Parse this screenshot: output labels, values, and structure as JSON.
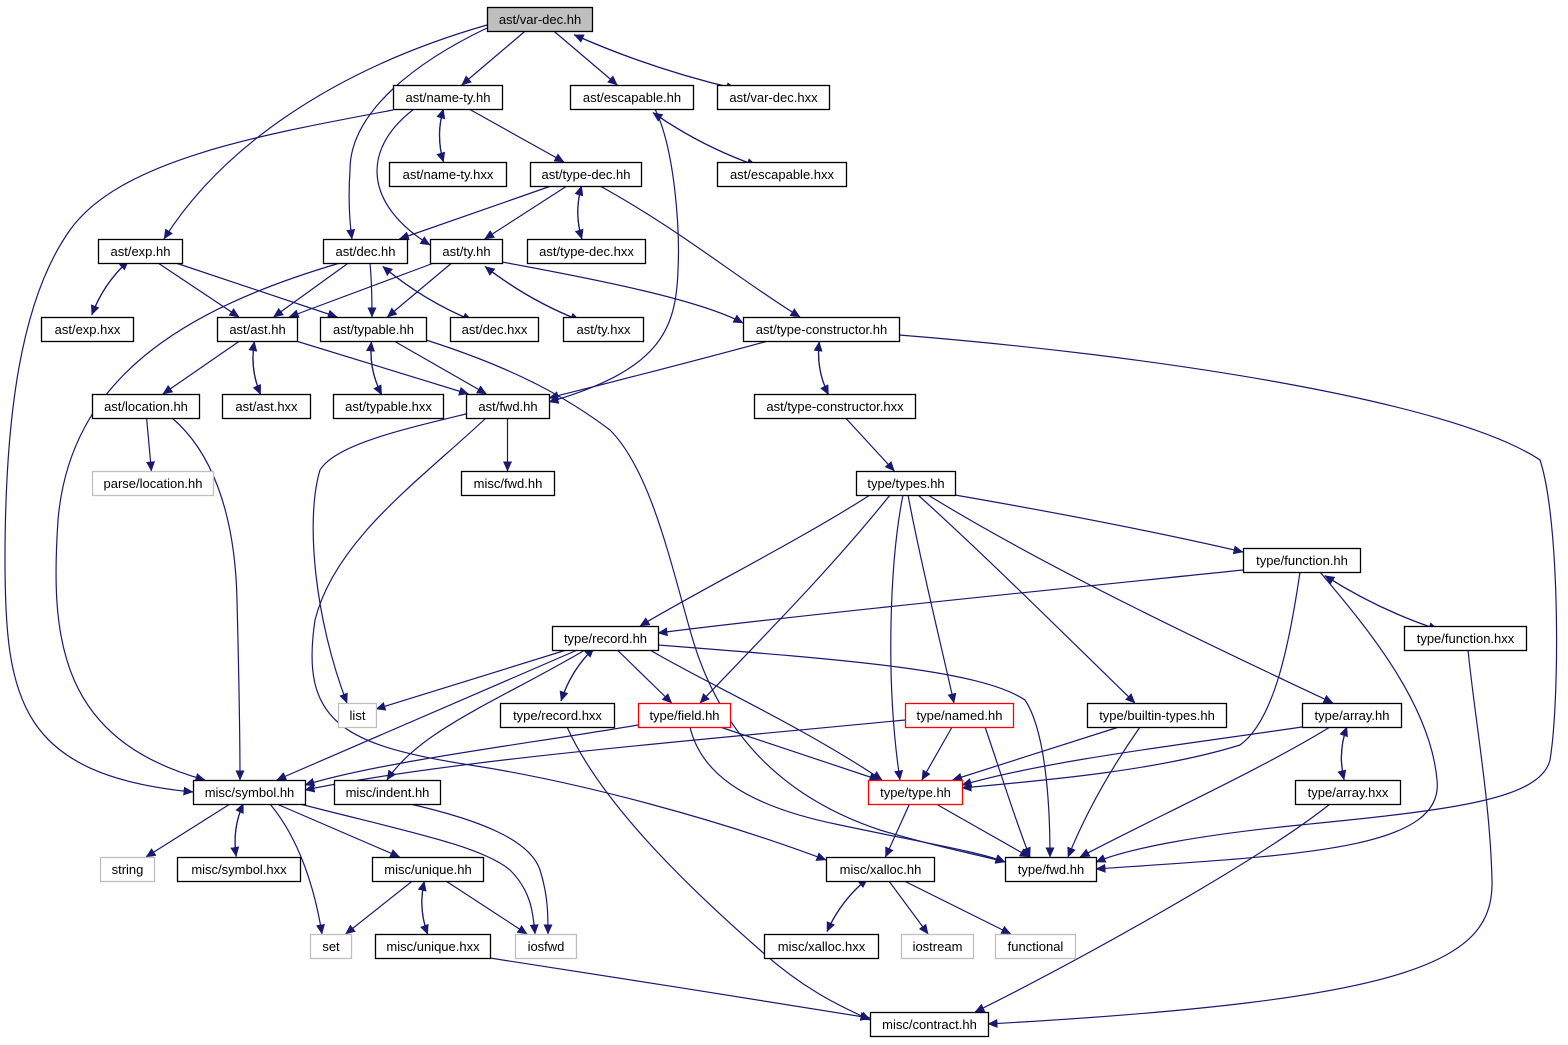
{
  "colors": {
    "edge": "#191970",
    "node_border": "#000000",
    "missing_border": "#bfbfbf",
    "truncated_border": "#ff0000",
    "root_fill": "#bfbfbf",
    "fill": "#ffffff"
  },
  "nodes": [
    {
      "id": "var_dec_hh",
      "label": "ast/var-dec.hh",
      "style": "root"
    },
    {
      "id": "name_ty_hh",
      "label": "ast/name-ty.hh",
      "style": "normal"
    },
    {
      "id": "escapable_hh",
      "label": "ast/escapable.hh",
      "style": "normal"
    },
    {
      "id": "var_dec_hxx",
      "label": "ast/var-dec.hxx",
      "style": "normal"
    },
    {
      "id": "name_ty_hxx",
      "label": "ast/name-ty.hxx",
      "style": "normal"
    },
    {
      "id": "type_dec_hh",
      "label": "ast/type-dec.hh",
      "style": "normal"
    },
    {
      "id": "escapable_hxx",
      "label": "ast/escapable.hxx",
      "style": "normal"
    },
    {
      "id": "exp_hh",
      "label": "ast/exp.hh",
      "style": "normal"
    },
    {
      "id": "dec_hh",
      "label": "ast/dec.hh",
      "style": "normal"
    },
    {
      "id": "ty_hh",
      "label": "ast/ty.hh",
      "style": "normal"
    },
    {
      "id": "type_dec_hxx",
      "label": "ast/type-dec.hxx",
      "style": "normal"
    },
    {
      "id": "exp_hxx",
      "label": "ast/exp.hxx",
      "style": "normal"
    },
    {
      "id": "ast_hh",
      "label": "ast/ast.hh",
      "style": "normal"
    },
    {
      "id": "typable_hh",
      "label": "ast/typable.hh",
      "style": "normal"
    },
    {
      "id": "dec_hxx",
      "label": "ast/dec.hxx",
      "style": "normal"
    },
    {
      "id": "ty_hxx",
      "label": "ast/ty.hxx",
      "style": "normal"
    },
    {
      "id": "type_constructor_hh",
      "label": "ast/type-constructor.hh",
      "style": "normal"
    },
    {
      "id": "location_hh",
      "label": "ast/location.hh",
      "style": "normal"
    },
    {
      "id": "ast_hxx",
      "label": "ast/ast.hxx",
      "style": "normal"
    },
    {
      "id": "typable_hxx",
      "label": "ast/typable.hxx",
      "style": "normal"
    },
    {
      "id": "ast_fwd_hh",
      "label": "ast/fwd.hh",
      "style": "normal"
    },
    {
      "id": "type_constructor_hxx",
      "label": "ast/type-constructor.hxx",
      "style": "normal"
    },
    {
      "id": "parse_location_hh",
      "label": "parse/location.hh",
      "style": "missing"
    },
    {
      "id": "misc_fwd_hh",
      "label": "misc/fwd.hh",
      "style": "normal"
    },
    {
      "id": "types_hh",
      "label": "type/types.hh",
      "style": "normal"
    },
    {
      "id": "function_hh",
      "label": "type/function.hh",
      "style": "normal"
    },
    {
      "id": "record_hh",
      "label": "type/record.hh",
      "style": "normal"
    },
    {
      "id": "function_hxx",
      "label": "type/function.hxx",
      "style": "normal"
    },
    {
      "id": "list",
      "label": "list",
      "style": "missing"
    },
    {
      "id": "record_hxx",
      "label": "type/record.hxx",
      "style": "normal"
    },
    {
      "id": "field_hh",
      "label": "type/field.hh",
      "style": "truncated"
    },
    {
      "id": "named_hh",
      "label": "type/named.hh",
      "style": "truncated"
    },
    {
      "id": "builtin_types_hh",
      "label": "type/builtin-types.hh",
      "style": "normal"
    },
    {
      "id": "array_hh",
      "label": "type/array.hh",
      "style": "normal"
    },
    {
      "id": "symbol_hh",
      "label": "misc/symbol.hh",
      "style": "normal"
    },
    {
      "id": "indent_hh",
      "label": "misc/indent.hh",
      "style": "normal"
    },
    {
      "id": "type_hh",
      "label": "type/type.hh",
      "style": "truncated"
    },
    {
      "id": "array_hxx",
      "label": "type/array.hxx",
      "style": "normal"
    },
    {
      "id": "string",
      "label": "string",
      "style": "missing"
    },
    {
      "id": "symbol_hxx",
      "label": "misc/symbol.hxx",
      "style": "normal"
    },
    {
      "id": "unique_hh",
      "label": "misc/unique.hh",
      "style": "normal"
    },
    {
      "id": "xalloc_hh",
      "label": "misc/xalloc.hh",
      "style": "normal"
    },
    {
      "id": "type_fwd_hh",
      "label": "type/fwd.hh",
      "style": "normal"
    },
    {
      "id": "set",
      "label": "set",
      "style": "missing"
    },
    {
      "id": "unique_hxx",
      "label": "misc/unique.hxx",
      "style": "normal"
    },
    {
      "id": "iosfwd",
      "label": "iosfwd",
      "style": "missing"
    },
    {
      "id": "xalloc_hxx",
      "label": "misc/xalloc.hxx",
      "style": "normal"
    },
    {
      "id": "iostream",
      "label": "iostream",
      "style": "missing"
    },
    {
      "id": "functional",
      "label": "functional",
      "style": "missing"
    },
    {
      "id": "contract_hh",
      "label": "misc/contract.hh",
      "style": "normal"
    }
  ],
  "edges": [
    [
      "var_dec_hh",
      "name_ty_hh"
    ],
    [
      "var_dec_hh",
      "escapable_hh"
    ],
    [
      "var_dec_hh",
      "var_dec_hxx"
    ],
    [
      "var_dec_hxx",
      "var_dec_hh"
    ],
    [
      "var_dec_hh",
      "exp_hh"
    ],
    [
      "var_dec_hh",
      "dec_hh"
    ],
    [
      "name_ty_hh",
      "name_ty_hxx"
    ],
    [
      "name_ty_hxx",
      "name_ty_hh"
    ],
    [
      "name_ty_hh",
      "type_dec_hh"
    ],
    [
      "name_ty_hh",
      "ty_hh"
    ],
    [
      "name_ty_hh",
      "symbol_hh"
    ],
    [
      "escapable_hh",
      "escapable_hxx"
    ],
    [
      "escapable_hxx",
      "escapable_hh"
    ],
    [
      "escapable_hh",
      "ast_fwd_hh"
    ],
    [
      "type_dec_hh",
      "type_dec_hxx"
    ],
    [
      "type_dec_hxx",
      "type_dec_hh"
    ],
    [
      "type_dec_hh",
      "dec_hh"
    ],
    [
      "type_dec_hh",
      "ty_hh"
    ],
    [
      "type_dec_hh",
      "type_constructor_hh"
    ],
    [
      "exp_hh",
      "exp_hxx"
    ],
    [
      "exp_hxx",
      "exp_hh"
    ],
    [
      "exp_hh",
      "ast_hh"
    ],
    [
      "exp_hh",
      "typable_hh"
    ],
    [
      "dec_hh",
      "ast_hh"
    ],
    [
      "dec_hh",
      "typable_hh"
    ],
    [
      "dec_hh",
      "dec_hxx"
    ],
    [
      "dec_hxx",
      "dec_hh"
    ],
    [
      "dec_hh",
      "symbol_hh"
    ],
    [
      "ty_hh",
      "ast_hh"
    ],
    [
      "ty_hh",
      "typable_hh"
    ],
    [
      "ty_hh",
      "ty_hxx"
    ],
    [
      "ty_hxx",
      "ty_hh"
    ],
    [
      "ty_hh",
      "type_constructor_hh"
    ],
    [
      "ast_hh",
      "location_hh"
    ],
    [
      "ast_hh",
      "ast_hxx"
    ],
    [
      "ast_hxx",
      "ast_hh"
    ],
    [
      "ast_hh",
      "ast_fwd_hh"
    ],
    [
      "typable_hh",
      "typable_hxx"
    ],
    [
      "typable_hxx",
      "typable_hh"
    ],
    [
      "typable_hh",
      "ast_fwd_hh"
    ],
    [
      "typable_hh",
      "type_fwd_hh"
    ],
    [
      "type_constructor_hh",
      "ast_fwd_hh"
    ],
    [
      "type_constructor_hh",
      "type_constructor_hxx"
    ],
    [
      "type_constructor_hxx",
      "type_constructor_hh"
    ],
    [
      "type_constructor_hh",
      "type_fwd_hh"
    ],
    [
      "type_constructor_hxx",
      "types_hh"
    ],
    [
      "location_hh",
      "parse_location_hh"
    ],
    [
      "location_hh",
      "symbol_hh"
    ],
    [
      "ast_fwd_hh",
      "misc_fwd_hh"
    ],
    [
      "ast_fwd_hh",
      "list"
    ],
    [
      "ast_fwd_hh",
      "xalloc_hh"
    ],
    [
      "types_hh",
      "function_hh"
    ],
    [
      "types_hh",
      "record_hh"
    ],
    [
      "types_hh",
      "field_hh"
    ],
    [
      "types_hh",
      "named_hh"
    ],
    [
      "types_hh",
      "builtin_types_hh"
    ],
    [
      "types_hh",
      "array_hh"
    ],
    [
      "types_hh",
      "type_hh"
    ],
    [
      "function_hh",
      "record_hh"
    ],
    [
      "function_hh",
      "function_hxx"
    ],
    [
      "function_hxx",
      "function_hh"
    ],
    [
      "function_hh",
      "type_hh"
    ],
    [
      "function_hh",
      "type_fwd_hh"
    ],
    [
      "function_hxx",
      "contract_hh"
    ],
    [
      "record_hh",
      "list"
    ],
    [
      "record_hh",
      "record_hxx"
    ],
    [
      "record_hxx",
      "record_hh"
    ],
    [
      "record_hh",
      "field_hh"
    ],
    [
      "record_hh",
      "symbol_hh"
    ],
    [
      "record_hh",
      "indent_hh"
    ],
    [
      "record_hh",
      "type_hh"
    ],
    [
      "record_hh",
      "type_fwd_hh"
    ],
    [
      "record_hxx",
      "contract_hh"
    ],
    [
      "field_hh",
      "symbol_hh"
    ],
    [
      "field_hh",
      "type_hh"
    ],
    [
      "field_hh",
      "type_fwd_hh"
    ],
    [
      "named_hh",
      "symbol_hh"
    ],
    [
      "named_hh",
      "type_hh"
    ],
    [
      "named_hh",
      "type_fwd_hh"
    ],
    [
      "builtin_types_hh",
      "type_hh"
    ],
    [
      "builtin_types_hh",
      "type_fwd_hh"
    ],
    [
      "array_hh",
      "array_hxx"
    ],
    [
      "array_hxx",
      "array_hh"
    ],
    [
      "array_hh",
      "type_hh"
    ],
    [
      "array_hh",
      "type_fwd_hh"
    ],
    [
      "array_hxx",
      "contract_hh"
    ],
    [
      "symbol_hh",
      "string"
    ],
    [
      "symbol_hh",
      "symbol_hxx"
    ],
    [
      "symbol_hxx",
      "symbol_hh"
    ],
    [
      "symbol_hh",
      "unique_hh"
    ],
    [
      "symbol_hh",
      "set"
    ],
    [
      "symbol_hh",
      "iosfwd"
    ],
    [
      "indent_hh",
      "iosfwd"
    ],
    [
      "type_hh",
      "xalloc_hh"
    ],
    [
      "type_hh",
      "type_fwd_hh"
    ],
    [
      "unique_hh",
      "set"
    ],
    [
      "unique_hh",
      "unique_hxx"
    ],
    [
      "unique_hxx",
      "unique_hh"
    ],
    [
      "unique_hh",
      "iosfwd"
    ],
    [
      "unique_hxx",
      "contract_hh"
    ],
    [
      "xalloc_hh",
      "xalloc_hxx"
    ],
    [
      "xalloc_hxx",
      "xalloc_hh"
    ],
    [
      "xalloc_hh",
      "iostream"
    ],
    [
      "xalloc_hh",
      "functional"
    ]
  ]
}
